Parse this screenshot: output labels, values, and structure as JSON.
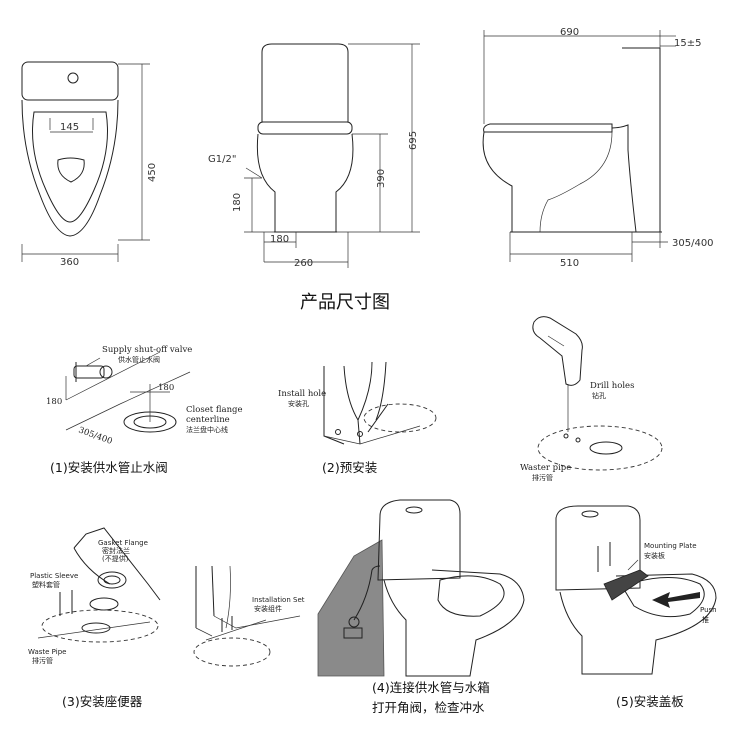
{
  "title": "产品尺寸图",
  "dimensions": {
    "top_view": {
      "hole_spacing": "145",
      "depth": "450",
      "width": "360"
    },
    "front_view": {
      "inlet": "G1/2\"",
      "inlet_height": "180",
      "inlet_offset": "180",
      "base_width": "260",
      "seat_height": "390",
      "total_height": "695"
    },
    "side_view": {
      "length": "690",
      "tank_offset": "15±5",
      "rough_in": "305/400",
      "base_length": "510"
    }
  },
  "steps": [
    {
      "caption": "(1)安装供水管止水阀",
      "labels": {
        "supply_en": "Supply shut-off valve",
        "supply_zh": "供水管止水阀",
        "dim_a": "180",
        "dim_b": "180",
        "dim_c": "305/400",
        "flange_en_1": "Closet flange",
        "flange_en_2": "centerline",
        "flange_zh": "法兰盘中心线"
      }
    },
    {
      "caption": "(2)预安装",
      "labels": {
        "install_en": "Install hole",
        "install_zh": "安装孔"
      }
    },
    {
      "caption_line1": "",
      "caption": "",
      "labels": {
        "drill_en": "Drill holes",
        "drill_zh": "钻孔",
        "waste_en": "Waster pipe",
        "waste_zh": "排污管"
      }
    },
    {
      "caption": "(3)安装座便器",
      "labels": {
        "gasket_en": "Gasket Flange",
        "gasket_zh_1": "密封法兰",
        "gasket_zh_2": "(不提供)",
        "sleeve_en": "Plastic Sleeve",
        "sleeve_zh": "塑料套管",
        "waste_en": "Waste Pipe",
        "waste_zh": "排污管",
        "set_en": "Installation Set",
        "set_zh": "安装组件"
      }
    },
    {
      "caption_line1": "(4)连接供水管与水箱",
      "caption_line2": "打开角阀，检查冲水"
    },
    {
      "caption": "(5)安装盖板",
      "labels": {
        "plate_en": "Mounting Plate",
        "plate_zh": "安装板",
        "push_en": "Push",
        "push_zh": "推"
      }
    }
  ]
}
